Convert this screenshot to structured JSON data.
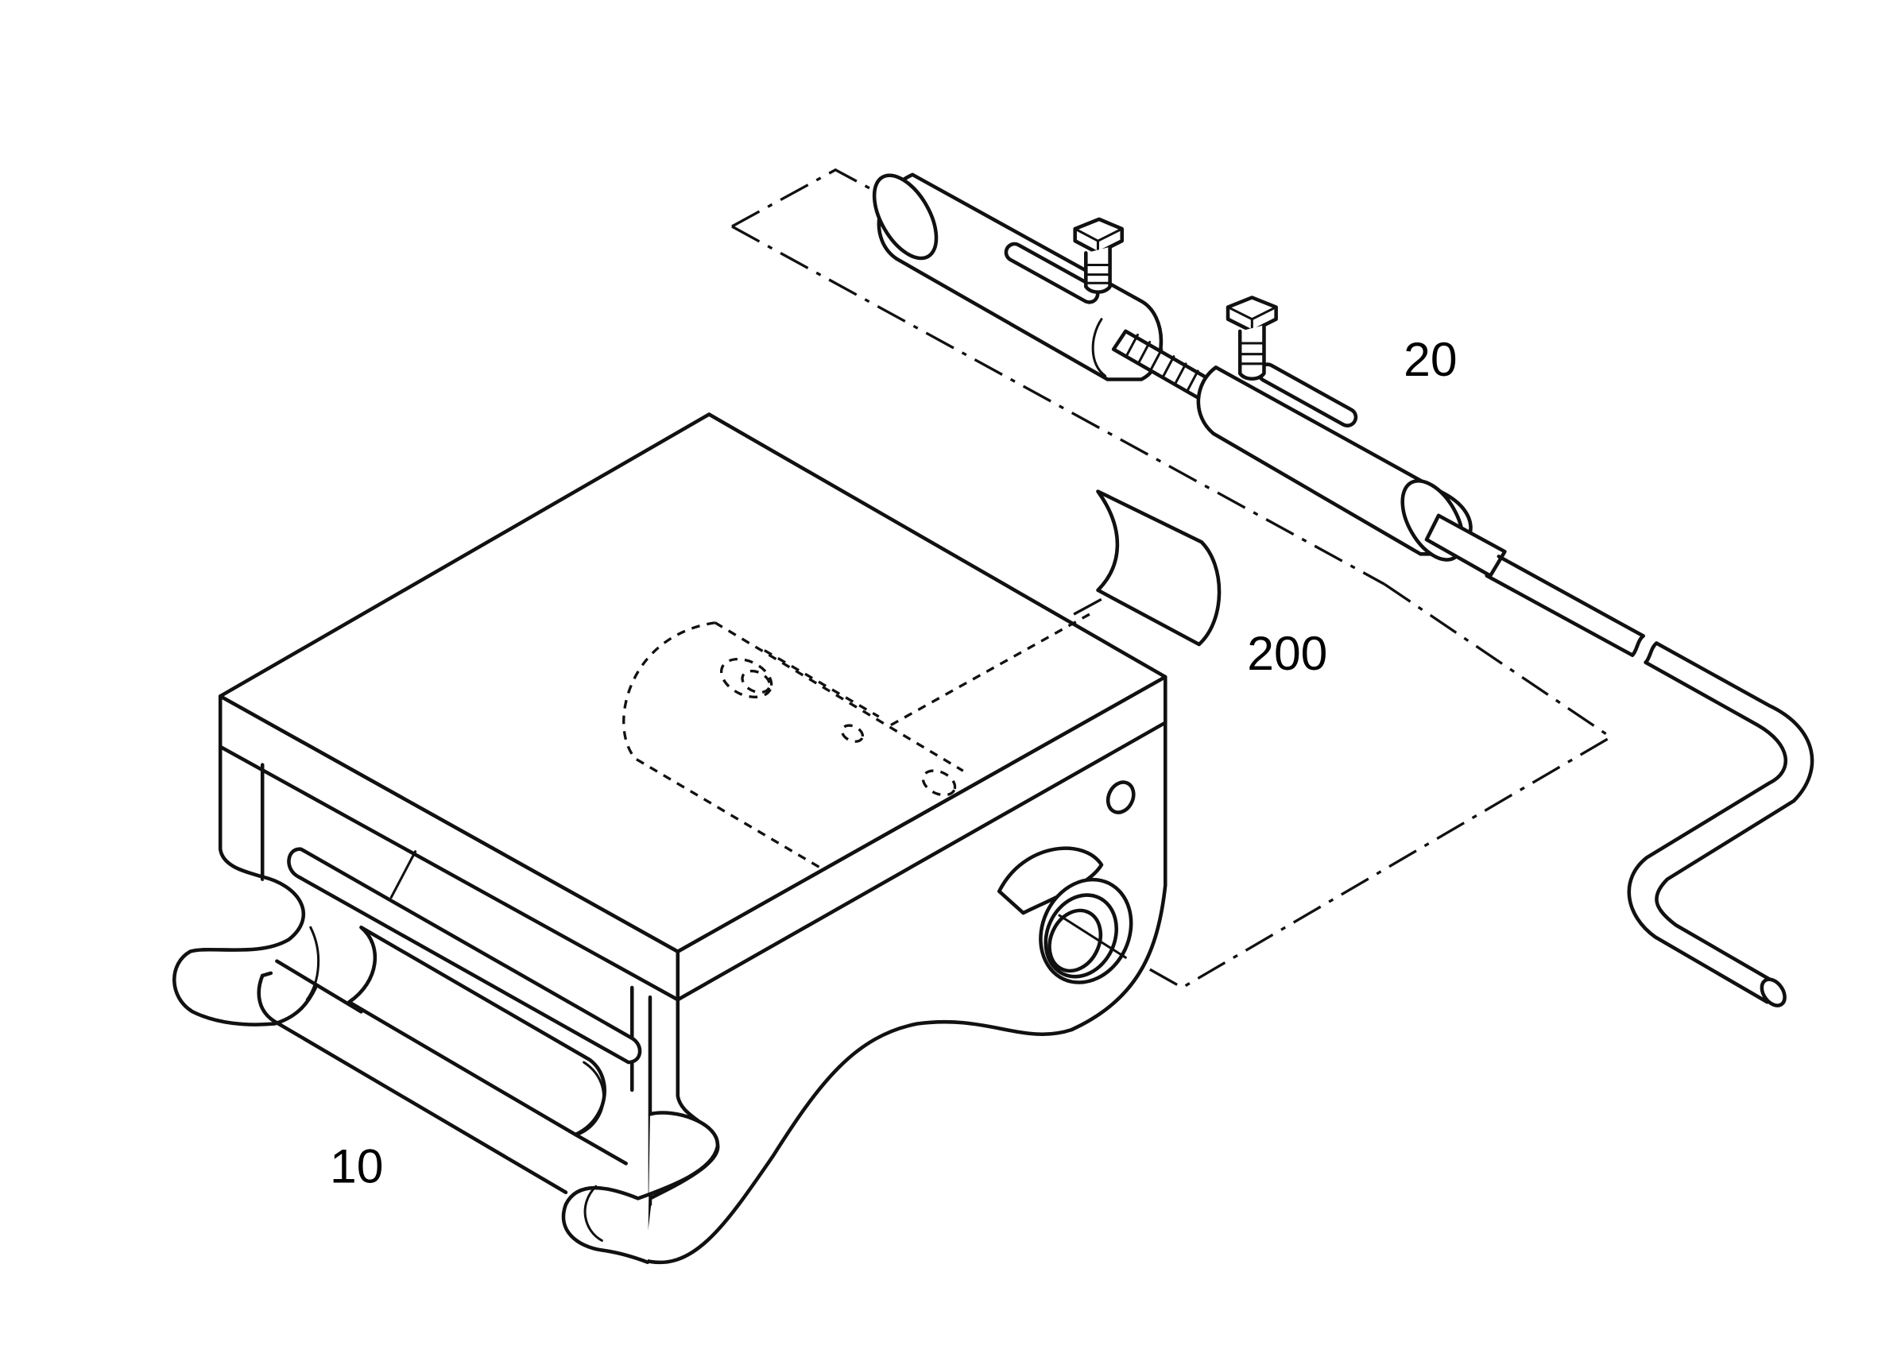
{
  "labels": {
    "housing": "10",
    "fixture": "20",
    "insert": "200"
  }
}
